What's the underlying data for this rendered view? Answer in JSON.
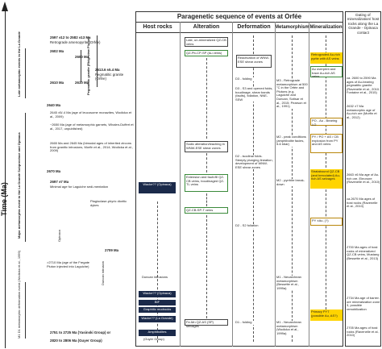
{
  "axis": {
    "label": "Time (Ma)"
  },
  "headers": {
    "paragenetic": "Paragenetic sequence of events at Orfée",
    "host_rocks": "Host rocks",
    "alteration": "Alteration",
    "deformation": "Deformation",
    "metamorphism": "Metamorphism",
    "mineralization": "Mineralization",
    "dating": "Dating of mineralization/ host rocks along the La Grande - Opinaca contact"
  },
  "left_dates": {
    "d1": "2597 ±12 to 2582 ±13 Ma",
    "d1b": "Retrograde arsenopyrite (Orfée)",
    "d2": "2613.6 ±5.4 Ma",
    "d2b": "Pegmatitic granite (Orfée)",
    "d3": "2640 Ma",
    "d4": "2645 ±5/-4 Ma (age of leucosome monazites, Wodicka et al., 2009)",
    "d5": "~2650 Ma (age of metamorphic garnets, Whalen-Duffert et al., 2017, unpublished)",
    "d6": "2665 Ma and 2645 Ma (bimodal ages of inherited zircons from granitic intrusions, Morfin et al., 2014; Wodicka et al., 2009)",
    "d7": "2670 Ma",
    "d8": "2697 ±7 Ma",
    "d8b": "Minimal age for Laguiche sedi-mentation",
    "d9": "Plagioclase-phyric dioritic dykes",
    "d10": "2709 Ma",
    "d11": ">2710 Ma (age of the Fregate Pluton injected into Laguiche)",
    "d12": "2751 to 2725 Ma (Yasinski Group) or",
    "d13": "2820 to 2806 Ma (Guyer Group)"
  },
  "left_rotated": {
    "r1": "Late metamorphic events in the La Grande",
    "r2": "Pegmatitic granite (Ridgeview Pluton)",
    "r3": "Major metamorphic event in the La Grande Subprovince and Opinaca",
    "r4": "Opinaca",
    "r5": "Duncan intrusion",
    "r6": "M1 D1 metamorphic deformation event (Wodicka et al., 1999)"
  },
  "ticks": {
    "t1": "2602 Ma",
    "t2": "2610 Ma",
    "t3": "2600 Ma",
    "t4": "2610 Ma"
  },
  "host_rocks": {
    "wacke_opinaca_top": "Wacke?? (Opinaca)",
    "duncan": "Duncan intrusions",
    "wacke_opinaca_mid": "Wacke?? (Opinaca)",
    "bif": "BIF",
    "graphitic": "Graphitic mudrocks",
    "wacke_lagrande": "Wacke?? (La Grande)",
    "amphibolites": "Amphibolites",
    "guyer": "(Guyer Group)"
  },
  "alteration": {
    "a1": "Late, un-mineralized QZ-CB veins",
    "a2": "QZ-Pb-CP-SP (Au veins)",
    "a3": "Sodic alteration/leaching in WNW-ESE shear zones",
    "a4": "Extension and fault-fill QZ-CB veins, boudinaged QZ-TL veins",
    "a5": "QZ-CB-SP-T veins",
    "a6": "Fe-Mn QZ-AS (SP) selvages"
  },
  "deformation": {
    "f1": "Reactivation of WNW-ESE shear zones",
    "f2": "D3 - folding",
    "f3": "D3 - S3 and opened folds, boudinage, shear bands (faults), foliation, NNE-SSW",
    "f4": "D2 - isoclinal folds. Steeply plunging lineation, development of WNW-ESE shear zones",
    "f5": "D2 - S2 foliation",
    "f6": "D1 - folding"
  },
  "metamorphism": {
    "m1": "M3 - Retrograde metamorphism at 500 °C in the Orfée and Plutons (e.g. Laguiche and Duncan, Sotisar et al., 2015; Pearson et al., 1991)",
    "m2": "M2 - peak conditions (amphibolite facies, 5-6 kbar)",
    "m3": "M2 - pyrrhite break-down",
    "m4": "M1 - Neoarchean metamorphism (Bessette et al., 1999a)",
    "m5": "M1 - Neoarchean metamorphism (Wodicka et al., 1999a)"
  },
  "mineralization": {
    "z1": "Retrograded Au-rich pyrite with AS veins",
    "z2": "Au overprint and trace Au-rich AS veins",
    "z3": "PO - Au - Bearing LO",
    "z4": "PY / PO + AS / CB explosion from PY and AS veins",
    "z5": "Stratabound QZ-CB (and brecciated) Au-rich AS selvages",
    "z6": "PY ±Au, (?)",
    "z7": "Primary PY7 (possible Au, AS?)"
  },
  "dating": {
    "g1": "ca. 2600 to 2590 Ma ages of Au-bearing pegmatitic granite (Ravenelle et al., 2010; Fontaine et al., 2015)",
    "g2": "2632 ±7 Ma metamorphic age of Au-rich ore (Morfin et al., 2012)",
    "g3": "2663 ±6 Ma age of Au-rich ore, Eleonore (Ravenelle et al., 2010)",
    "g4": "ca.2670 Ma ages of host rocks (Ravenelle et al., 2010)",
    "g5": "2700 Ma ages of host rocks of mineralized QZ-CB veins, Mustang (Bessette et al., 2013)",
    "g6": "2734 Ma age of barren ore mineralization zone 3, possible remobilization",
    "g7": "2705 Ma ages of host rocks (Ravenelle et al., 2010)"
  }
}
